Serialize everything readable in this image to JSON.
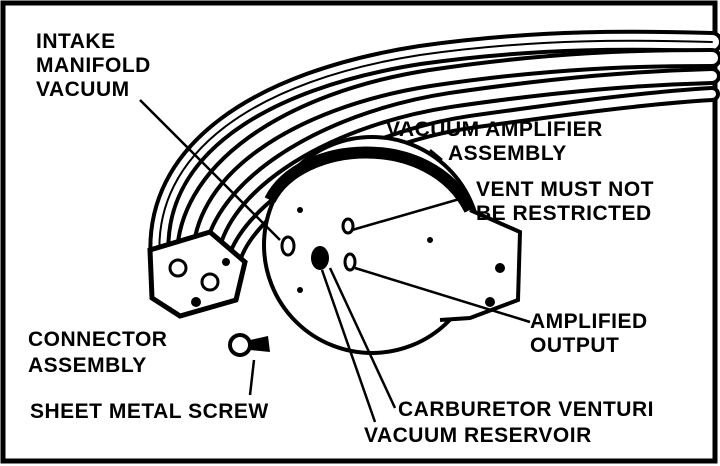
{
  "labels": {
    "intake": [
      "INTAKE",
      "MANIFOLD",
      "VACUUM"
    ],
    "amplifier": [
      "VACUUM AMPLIFIER",
      "ASSEMBLY"
    ],
    "vent": [
      "VENT  MUST NOT",
      "BE RESTRICTED"
    ],
    "output": [
      "AMPLIFIED",
      "OUTPUT"
    ],
    "connector": [
      "CONNECTOR",
      "ASSEMBLY"
    ],
    "screw": "SHEET METAL SCREW",
    "venturi": "CARBURETOR VENTURI",
    "reservoir": "VACUUM RESERVOIR"
  }
}
